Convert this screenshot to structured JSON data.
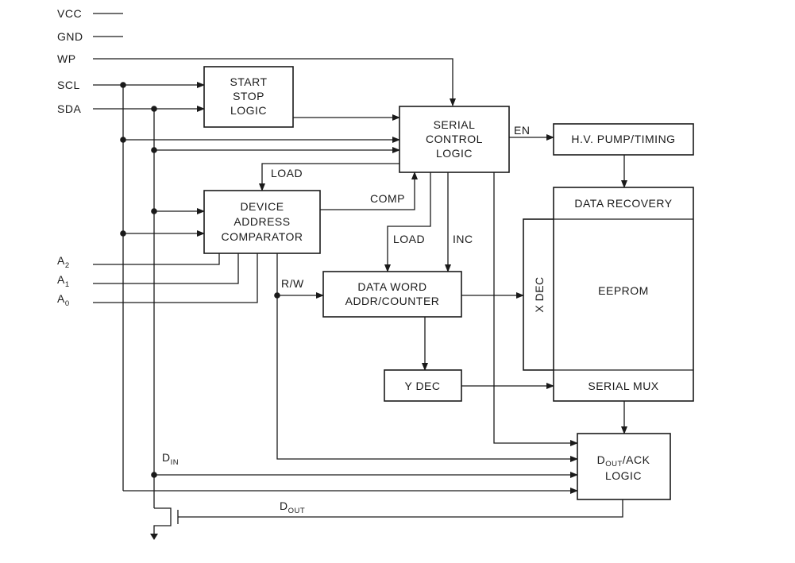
{
  "signals": {
    "vcc": "VCC",
    "gnd": "GND",
    "wp": "WP",
    "scl": "SCL",
    "sda": "SDA",
    "a2_main": "A",
    "a2_sub": "2",
    "a1_main": "A",
    "a1_sub": "1",
    "a0_main": "A",
    "a0_sub": "0"
  },
  "blocks": {
    "start_stop": [
      "START",
      "STOP",
      "LOGIC"
    ],
    "serial_control": [
      "SERIAL",
      "CONTROL",
      "LOGIC"
    ],
    "hv_pump": "H.V. PUMP/TIMING",
    "data_recovery": "DATA  RECOVERY",
    "device_address": [
      "DEVICE",
      "ADDRESS",
      "COMPARATOR"
    ],
    "data_word": [
      "DATA  WORD",
      "ADDR/COUNTER"
    ],
    "xdec": "X DEC",
    "eeprom": "EEPROM",
    "ydec": "Y  DEC",
    "serial_mux": "SERIAL  MUX",
    "dout_ack_main": "D",
    "dout_ack_sub": "OUT",
    "dout_ack_rest": "/ACK",
    "dout_ack_line2": "LOGIC"
  },
  "labels": {
    "en": "EN",
    "load_top": "LOAD",
    "comp": "COMP",
    "load_mid": "LOAD",
    "inc": "INC",
    "rw": "R/W",
    "din_main": "D",
    "din_sub": "IN",
    "dout_main": "D",
    "dout_sub": "OUT"
  }
}
